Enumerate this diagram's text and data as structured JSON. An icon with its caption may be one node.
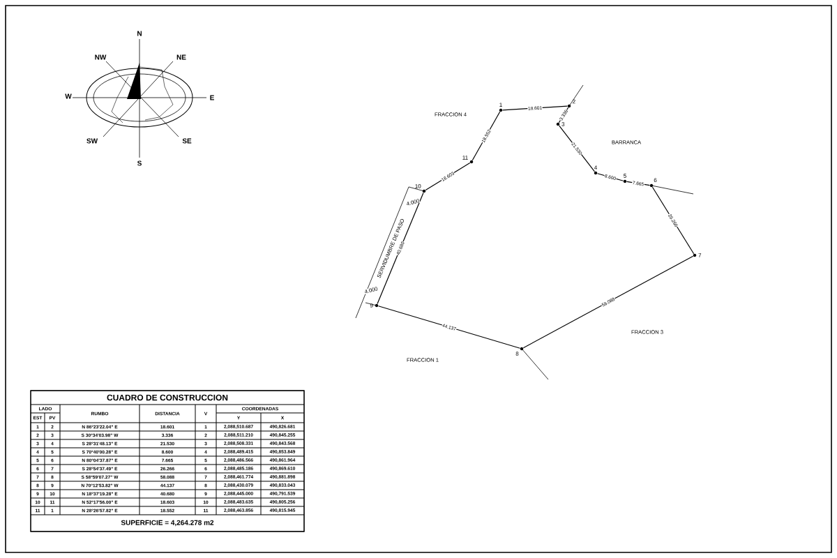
{
  "diagram": {
    "nodes": [
      {
        "text": [
          "1"
        ]
      },
      {
        "text": [
          "2"
        ]
      },
      {
        "text": [
          "3"
        ]
      },
      {
        "text": [
          "4"
        ]
      },
      {
        "text": [
          "5"
        ]
      },
      {
        "text": [
          "6"
        ]
      },
      {
        "text": [
          "7"
        ]
      },
      {
        "text": [
          "8"
        ]
      },
      {
        "text": [
          "9"
        ]
      },
      {
        "text": [
          "10"
        ]
      },
      {
        "text": [
          "11"
        ]
      }
    ],
    "edges": [
      {
        "from": 0,
        "to": 1,
        "arrow": "none",
        "label": "18.601"
      },
      {
        "from": 1,
        "to": 2,
        "arrow": "none",
        "label": "3.336"
      },
      {
        "from": 2,
        "to": 3,
        "arrow": "none",
        "label": "21.530"
      },
      {
        "from": 3,
        "to": 4,
        "arrow": "none",
        "label": "8.600"
      },
      {
        "from": 4,
        "to": 5,
        "arrow": "none",
        "label": "7.665"
      },
      {
        "from": 5,
        "to": 6,
        "arrow": "none",
        "label": "26.266"
      },
      {
        "from": 6,
        "to": 7,
        "arrow": "none",
        "label": "58.088"
      },
      {
        "from": 7,
        "to": 8,
        "arrow": "none",
        "label": "44.137"
      },
      {
        "from": 8,
        "to": 9,
        "arrow": "none",
        "label": "40.680"
      },
      {
        "from": 9,
        "to": 10,
        "arrow": "none",
        "label": "18.603"
      },
      {
        "from": 10,
        "to": 0,
        "arrow": "none",
        "label": "18.552"
      }
    ],
    "labels": [
      "N",
      "NW",
      "NE",
      "W",
      "E",
      "SW",
      "SE",
      "S",
      "FRACCION 4",
      "BARRANCA",
      "SERVIDUMBRE DE PASO",
      "4.000",
      "4.000",
      "FRACCION 3",
      "FRACCION 1",
      "CUADRO DE CONSTRUCCION",
      "LADO",
      "RUMBO",
      "DISTANCIA",
      "V",
      "COORDENADAS",
      "EST",
      "PV",
      "Y",
      "X",
      "1",
      "2",
      "N 86°23'22.04\" E",
      "18.601",
      "1",
      "2,088,510.687",
      "490,826.681",
      "2",
      "3",
      "S 30°34'03.98\" W",
      "3.336",
      "2",
      "2,088,511.210",
      "490,845.255",
      "3",
      "4",
      "S 28°31'48.13\" E",
      "21.530",
      "3",
      "2,088,508.331",
      "490,843.568",
      "4",
      "5",
      "S 70°40'00.28\" E",
      "8.600",
      "4",
      "2,088,489.415",
      "490,853.849",
      "5",
      "6",
      "N 80°04'37.87\" E",
      "7.665",
      "5",
      "2,088,486.566",
      "490,861.964",
      "6",
      "7",
      "S 28°54'37.49\" E",
      "26.266",
      "6",
      "2,088,485.186",
      "490,869.610",
      "7",
      "8",
      "S 58°59'07.27\" W",
      "58.088",
      "7",
      "2,088,461.774",
      "490,881.898",
      "8",
      "9",
      "N 70°12'53.82\" W",
      "44.137",
      "8",
      "2,088,430.079",
      "490,833.043",
      "9",
      "10",
      "N 18°37'19.28\" E",
      "40.680",
      "9",
      "2,088,445.000",
      "490,791.539",
      "10",
      "11",
      "N 52°17'56.00\" E",
      "18.603",
      "10",
      "2,088,483.635",
      "490,805.256",
      "11",
      "1",
      "N 28°26'57.82\" E",
      "18.552",
      "11",
      "2,088,463.856",
      "490,815.945",
      "SUPERFICIE = 4,264.278 m2"
    ]
  }
}
